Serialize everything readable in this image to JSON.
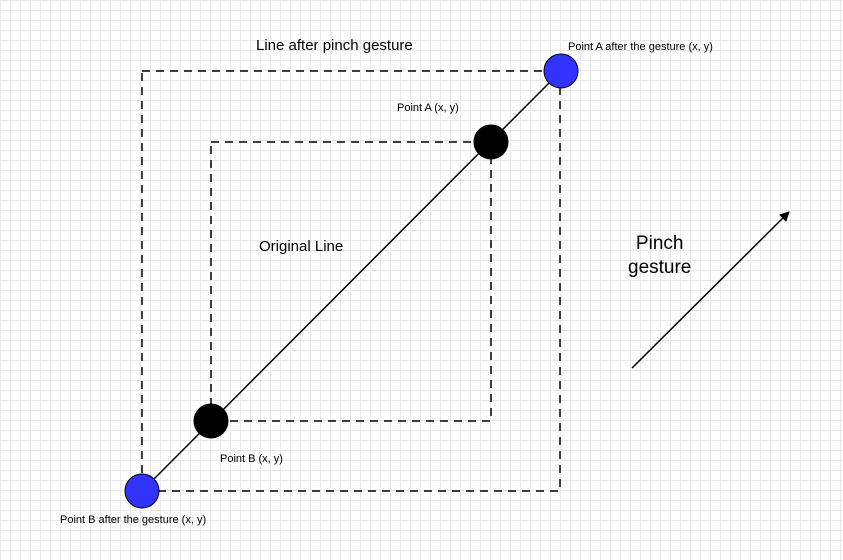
{
  "diagram": {
    "labels": {
      "pinch_box_title": "Line after pinch gesture",
      "original_box_title": "Original Line",
      "point_a_after": "Point A after the gesture (x, y)",
      "point_a": "Point A (x, y)",
      "point_b": "Point B (x, y)",
      "point_b_after": "Point B after the gesture (x, y)",
      "gesture_line1": "Pinch",
      "gesture_line2": "gesture"
    },
    "colors": {
      "original_point": "#000000",
      "scaled_point": "#3333ff",
      "line": "#000000",
      "grid": "#e8e8e8"
    }
  }
}
